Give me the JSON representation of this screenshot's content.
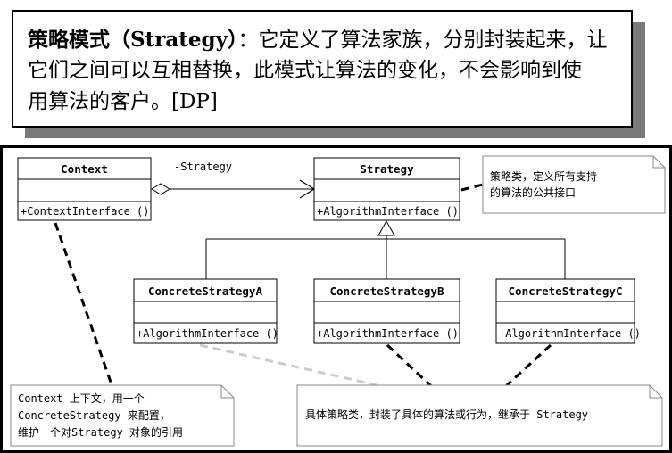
{
  "definition": {
    "term": "策略模式（Strategy）",
    "line1_rest": "：它定义了算法家族，分别封装起来，让",
    "line2": "它们之间可以互相替换，此模式让算法的变化，不会影响到使",
    "line3": "用算法的客户。[DP]"
  },
  "classes": {
    "context": {
      "name": "Context",
      "operation": "+ContextInterface ()"
    },
    "strategy": {
      "name": "Strategy",
      "operation": "+AlgorithmInterface ()"
    },
    "concrete_a": {
      "name": "ConcreteStrategyA",
      "operation": "+AlgorithmInterface ()"
    },
    "concrete_b": {
      "name": "ConcreteStrategyB",
      "operation": "+AlgorithmInterface ()"
    },
    "concrete_c": {
      "name": "ConcreteStrategyC",
      "operation": "+AlgorithmInterface ()"
    }
  },
  "association_label": "-Strategy",
  "notes": {
    "strategy_note": [
      "策略类，定义所有支持",
      "的算法的公共接口"
    ],
    "context_note": [
      "Context 上下文，用一个",
      "ConcreteStrategy 来配置，",
      "维护一个对Strategy 对象的引用"
    ],
    "concrete_note": [
      "具体策略类，封装了具体的算法或行为，继承于 Strategy"
    ]
  }
}
